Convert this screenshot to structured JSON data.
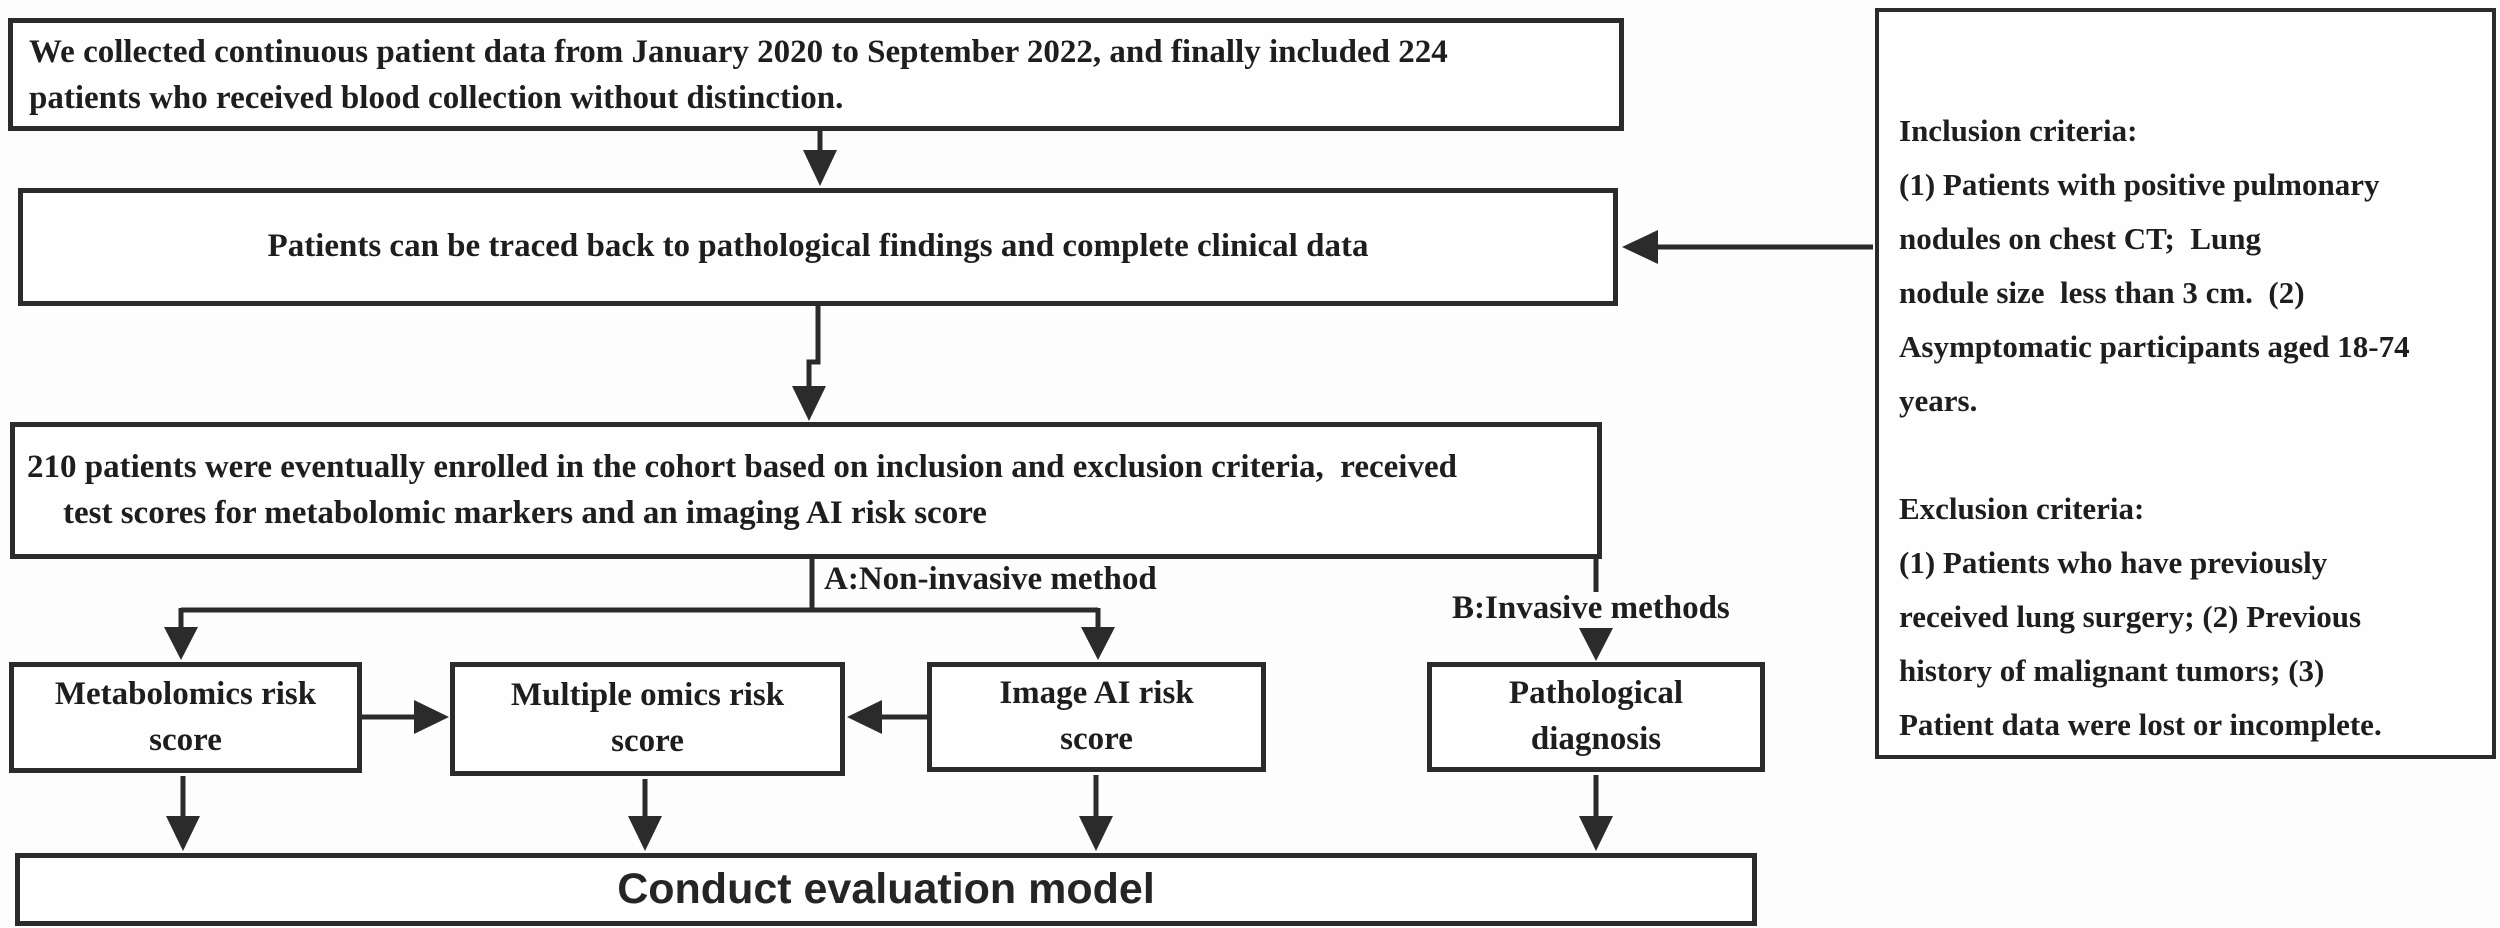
{
  "flowchart": {
    "ink_color": "#2b2b2b",
    "background_color": "#fdfdfd",
    "box_collection": {
      "line1": "We collected continuous patient data from January 2020 to September 2022, and finally included 224",
      "line2": "patients who received blood collection without distinction."
    },
    "box_traceback": {
      "text": "Patients can be traced back to pathological findings and complete clinical data"
    },
    "box_enrolled": {
      "line1": "210 patients were eventually enrolled in the cohort based on inclusion and exclusion criteria,  received",
      "line2": "test scores for metabolomic markers and an imaging AI risk score"
    },
    "branch_labels": {
      "a": "A:Non-invasive method",
      "b": "B:Invasive methods"
    },
    "box_metabolomics": {
      "text": "Metabolomics risk\nscore"
    },
    "box_multiomics": {
      "text": "Multiple omics risk\nscore"
    },
    "box_imageai": {
      "text": "Image AI risk\nscore"
    },
    "box_pathological": {
      "text": "Pathological\ndiagnosis"
    },
    "box_evaluation": {
      "text": "Conduct evaluation model"
    },
    "box_criteria": {
      "inclusion": "Inclusion criteria:\n(1) Patients with positive pulmonary\nnodules on chest CT;  Lung\nnodule size  less than 3 cm.  (2)\nAsymptomatic participants aged 18-74\nyears.",
      "exclusion": "Exclusion criteria:\n(1) Patients who have previously\nreceived lung surgery; (2) Previous\nhistory of malignant tumors; (3)\nPatient data were lost or incomplete."
    }
  }
}
